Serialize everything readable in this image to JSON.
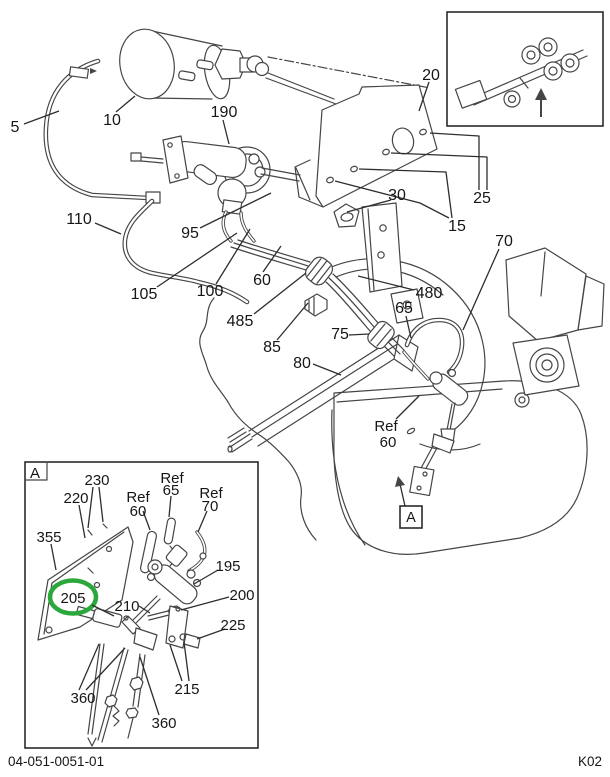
{
  "colors": {
    "line": "#454545",
    "leader": "#2e2e2e",
    "text": "#161616",
    "highlight": "#2BA83C",
    "background": "#ffffff"
  },
  "footer": {
    "doc_code": "04-051-0051-01",
    "page_code": "K02"
  },
  "main_view": {
    "callouts": {
      "c5": "5",
      "c10": "10",
      "c15": "15",
      "c20": "20",
      "c25": "25",
      "c30": "30",
      "c60": "60",
      "c65": "65",
      "c70": "70",
      "c75": "75",
      "c80": "80",
      "c85": "85",
      "c95": "95",
      "c100": "100",
      "c105": "105",
      "c110": "110",
      "c190": "190",
      "c480": "480",
      "c485": "485"
    },
    "ref_callout": {
      "prefix": "Ref",
      "number": "60"
    },
    "detail_marker": "A"
  },
  "location_inset": {
    "icon": "truck-chassis-icon"
  },
  "detail_inset": {
    "marker": "A",
    "callouts": {
      "c195": "195",
      "c200": "200",
      "c205": "205",
      "c210": "210",
      "c215": "215",
      "c220": "220",
      "c225": "225",
      "c230": "230",
      "c355": "355",
      "c360_left": "360",
      "c360_right": "360"
    },
    "ref_callouts": {
      "r60_prefix": "Ref",
      "r60_number": "60",
      "r65_prefix": "Ref",
      "r65_number": "65",
      "r70_prefix": "Ref",
      "r70_number": "70"
    },
    "highlighted_callout": "205"
  }
}
